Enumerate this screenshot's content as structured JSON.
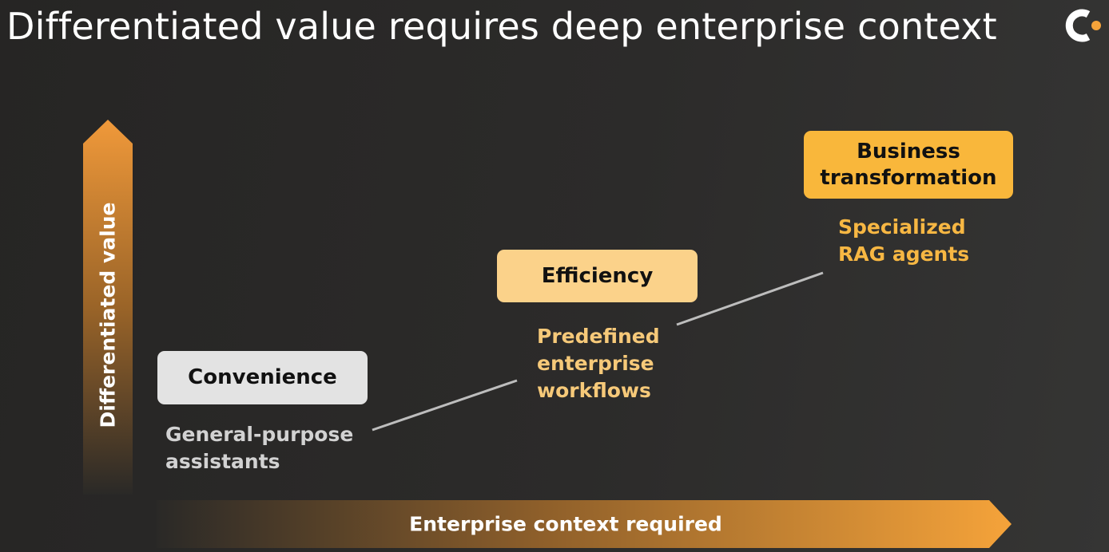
{
  "slide": {
    "title": "Differentiated value requires deep enterprise context"
  },
  "axes": {
    "y_label": "Differentiated value",
    "x_label": "Enterprise context required"
  },
  "stages": [
    {
      "label": "Convenience",
      "description": [
        "General-purpose",
        "assistants"
      ]
    },
    {
      "label": "Efficiency",
      "description": [
        "Predefined",
        "enterprise",
        "workflows"
      ]
    },
    {
      "label": [
        "Business",
        "transformation"
      ],
      "description": [
        "Specialized",
        "RAG agents"
      ]
    }
  ],
  "colors": {
    "accent_orange": "#f5a33a",
    "box_grey": "#e3e3e3",
    "box_light_orange": "#fbd28a",
    "box_orange": "#f9b73b",
    "connector_line": "#bdbdbd"
  },
  "logo_icon": "brand-logo-icon"
}
